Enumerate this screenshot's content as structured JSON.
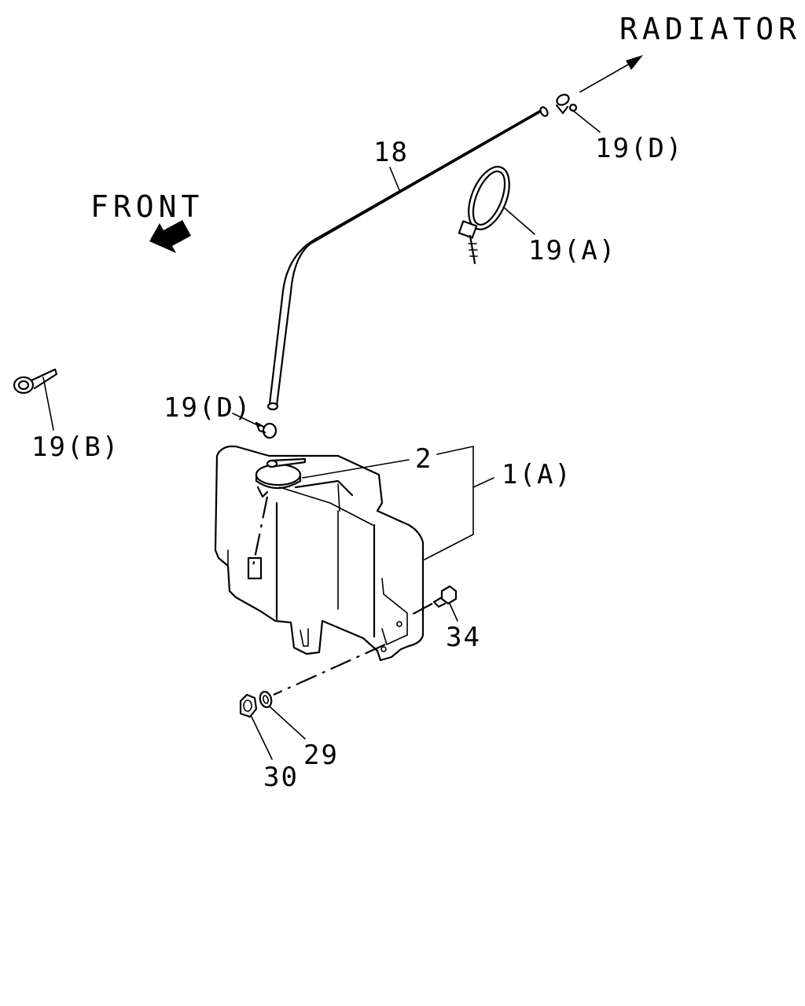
{
  "diagram": {
    "direction_labels": {
      "radiator": "RADIATOR",
      "front": "FRONT"
    },
    "callouts": {
      "hose": "18",
      "clip_top": "19(D)",
      "band": "19(A)",
      "clip_side": "19(B)",
      "clip_tank": "19(D)",
      "cap": "2",
      "tank": "1(A)",
      "bolt": "34",
      "washer": "29",
      "nut": "30"
    },
    "icons": {
      "front_arrow": "front-arrow-icon",
      "radiator_arrow": "radiator-arrow-icon"
    },
    "colors": {
      "ink": "#000000",
      "paper": "#ffffff"
    }
  }
}
